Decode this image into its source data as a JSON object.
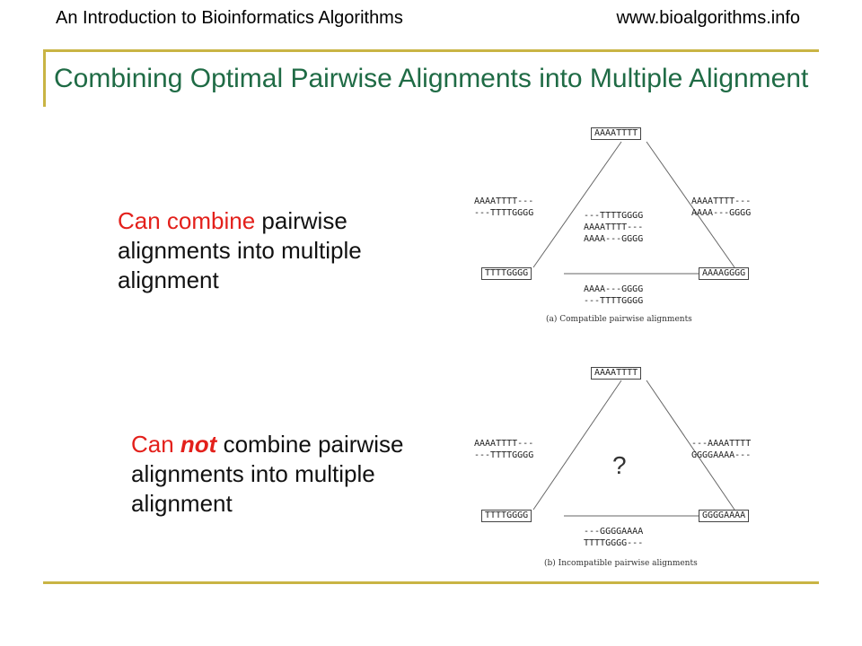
{
  "header": {
    "left": "An Introduction to Bioinformatics Algorithms",
    "right": "www.bioalgorithms.info"
  },
  "slide": {
    "title": "Combining Optimal Pairwise Alignments into Multiple Alignment",
    "caption_compatible": {
      "emphasis": "Can combine",
      "rest": " pairwise alignments into multiple alignment"
    },
    "caption_incompatible": {
      "prefix": "Can ",
      "emphasis": "not",
      "rest": " combine pairwise alignments into multiple alignment"
    }
  },
  "figure_a": {
    "top_node": "AAAATTTT",
    "left_node": "TTTTGGGG",
    "right_node": "AAAAGGGG",
    "left_alignment": "AAAATTTT---\n---TTTTGGGG",
    "right_alignment": "AAAATTTT---\nAAAA---GGGG",
    "center_alignment": "---TTTTGGGG\nAAAATTTT---\nAAAA---GGGG",
    "bottom_alignment": "AAAA---GGGG\n---TTTTGGGG",
    "caption": "(a) Compatible pairwise alignments"
  },
  "figure_b": {
    "top_node": "AAAATTTT",
    "left_node": "TTTTGGGG",
    "right_node": "GGGGAAAA",
    "left_alignment": "AAAATTTT---\n---TTTTGGGG",
    "right_alignment": "---AAAATTTT\nGGGGAAAA---",
    "center_mark": "?",
    "bottom_alignment": "---GGGGAAAA\nTTTTGGGG---",
    "caption": "(b) Incompatible pairwise alignments"
  },
  "colors": {
    "title": "#1f6b45",
    "accent_red": "#e3201b",
    "rule": "#c9b444"
  }
}
